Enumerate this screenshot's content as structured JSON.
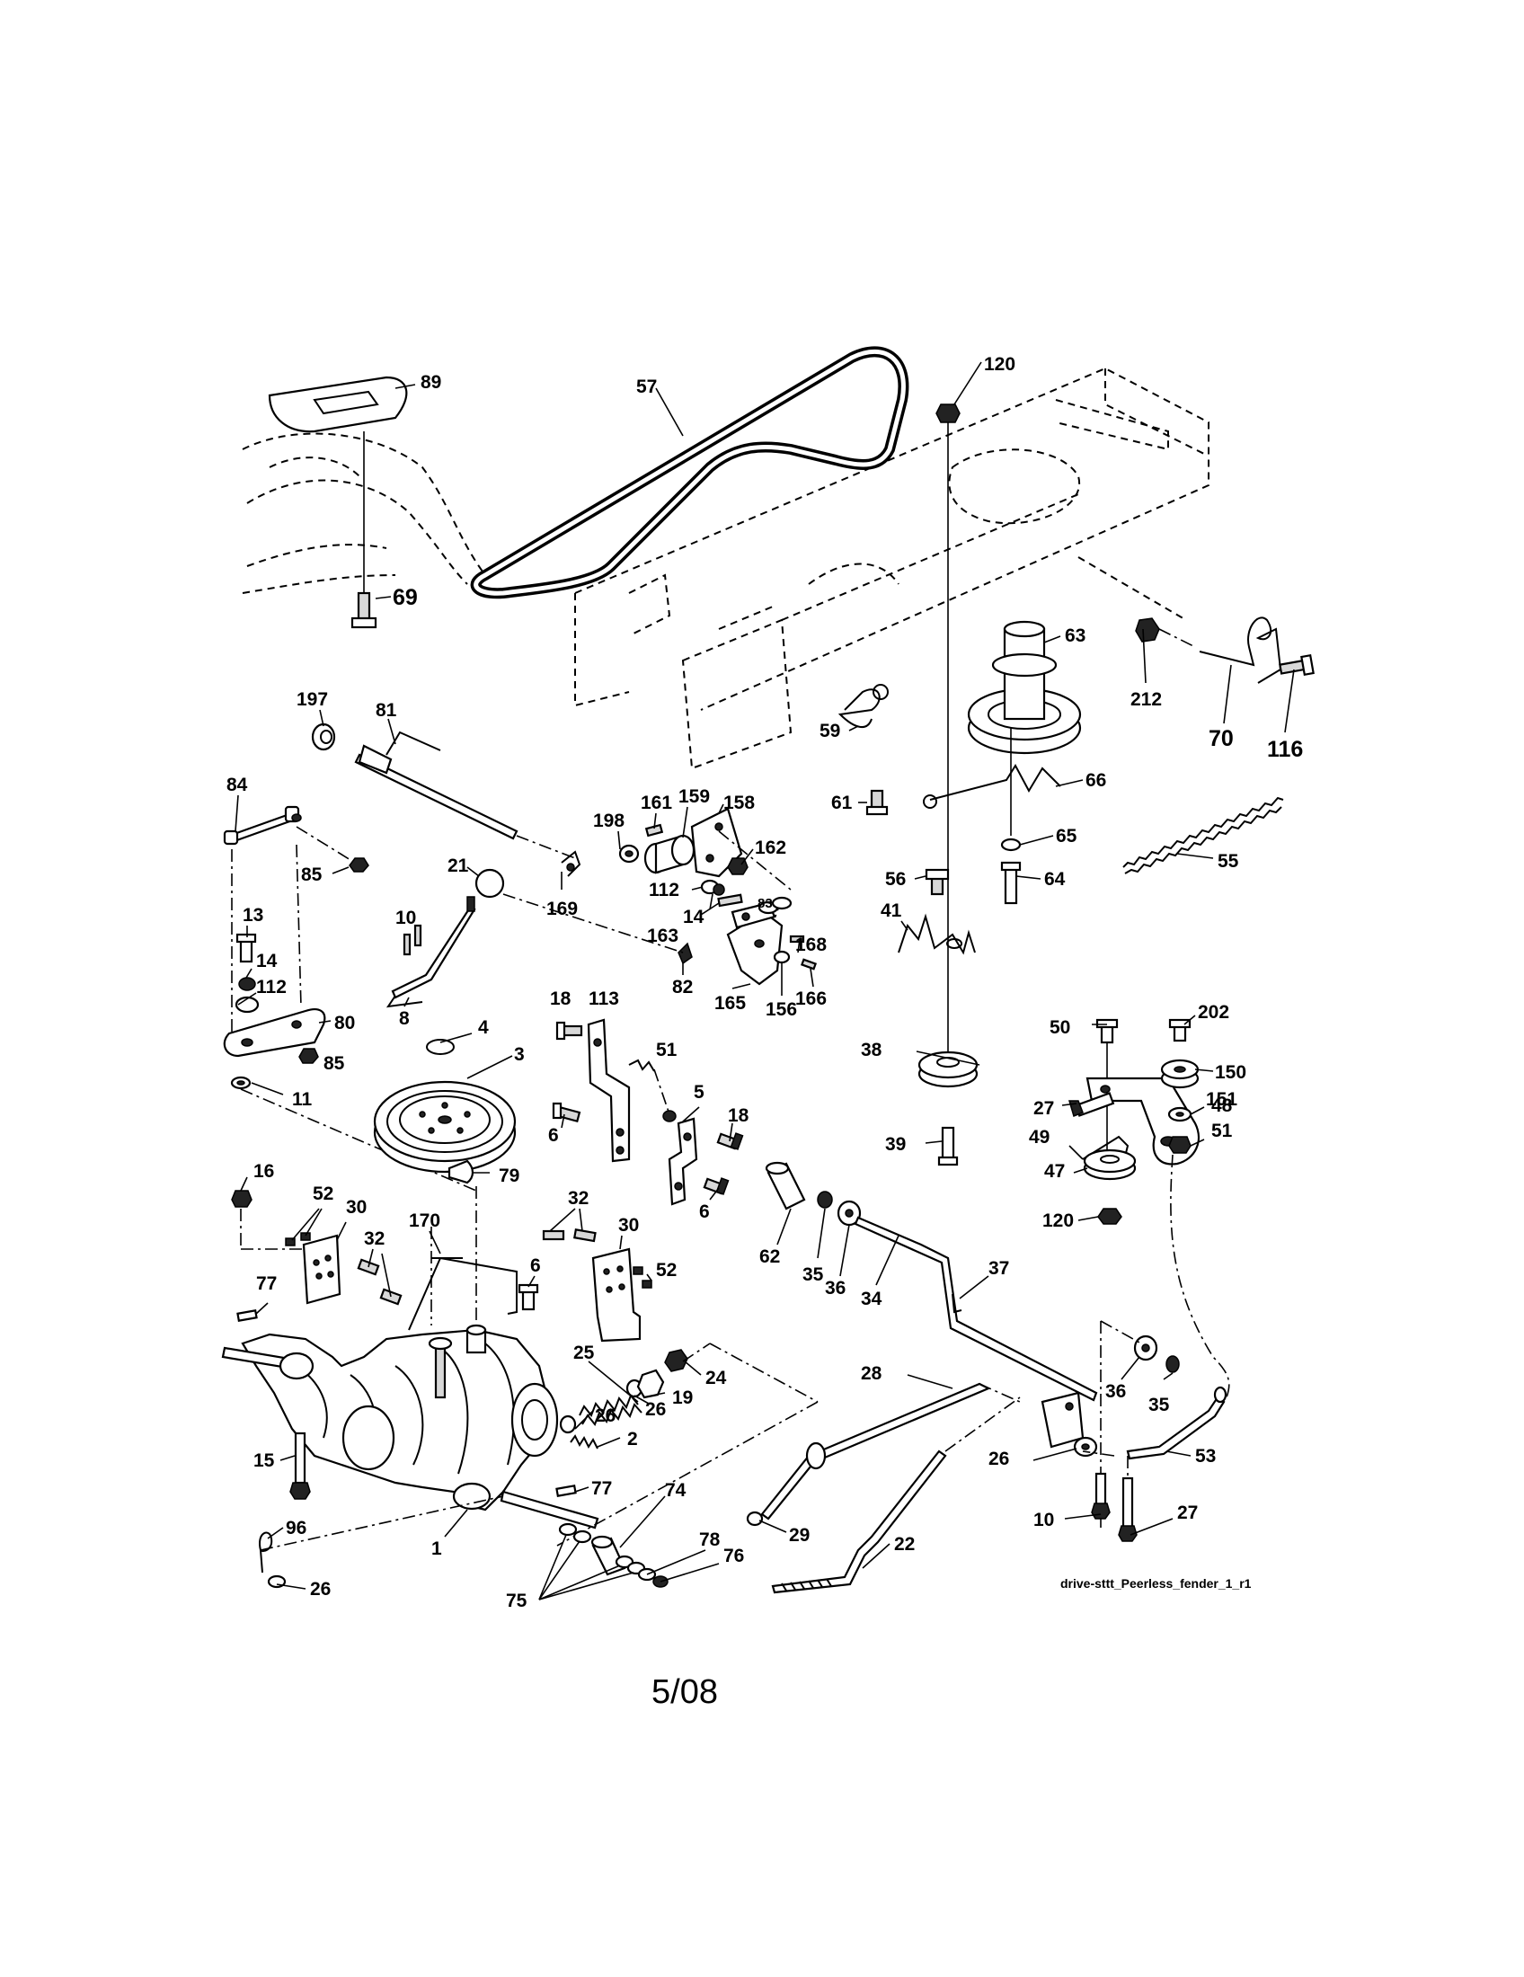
{
  "diagram": {
    "labels": [
      "89",
      "57",
      "120",
      "69",
      "63",
      "212",
      "70",
      "116",
      "59",
      "61",
      "197",
      "81",
      "84",
      "198",
      "161",
      "159",
      "158",
      "162",
      "66",
      "65",
      "21",
      "85",
      "169",
      "112",
      "14",
      "83",
      "64",
      "56",
      "55",
      "10",
      "163",
      "41",
      "13",
      "14",
      "112",
      "80",
      "8",
      "82",
      "165",
      "156",
      "168",
      "166",
      "50",
      "202",
      "150",
      "48",
      "4",
      "18",
      "113",
      "51",
      "85",
      "3",
      "11",
      "5",
      "18",
      "38",
      "27",
      "151",
      "51",
      "6",
      "49",
      "39",
      "47",
      "16",
      "79",
      "6",
      "120",
      "52",
      "30",
      "32",
      "30",
      "62",
      "35",
      "36",
      "34",
      "37",
      "170",
      "32",
      "52",
      "6",
      "77",
      "25",
      "24",
      "28",
      "19",
      "26",
      "26",
      "2",
      "36",
      "35",
      "15",
      "77",
      "26",
      "53",
      "74",
      "1",
      "29",
      "22",
      "10",
      "27",
      "96",
      "78",
      "76",
      "75",
      "26"
    ],
    "drawing_code": "drive-sttt_Peerless_fender_1_r1",
    "date": "5/08"
  }
}
